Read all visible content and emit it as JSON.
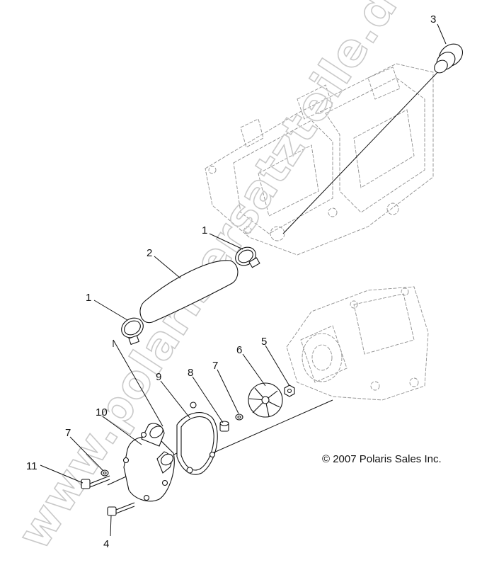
{
  "watermark": "www.polarisersatzteile.de",
  "copyright": "© 2007 Polaris Sales Inc.",
  "callouts": {
    "c1a": "1",
    "c1b": "1",
    "c2": "2",
    "c3": "3",
    "c4": "4",
    "c5": "5",
    "c6": "6",
    "c7a": "7",
    "c7b": "7",
    "c8": "8",
    "c9": "9",
    "c10": "10",
    "c11": "11"
  }
}
